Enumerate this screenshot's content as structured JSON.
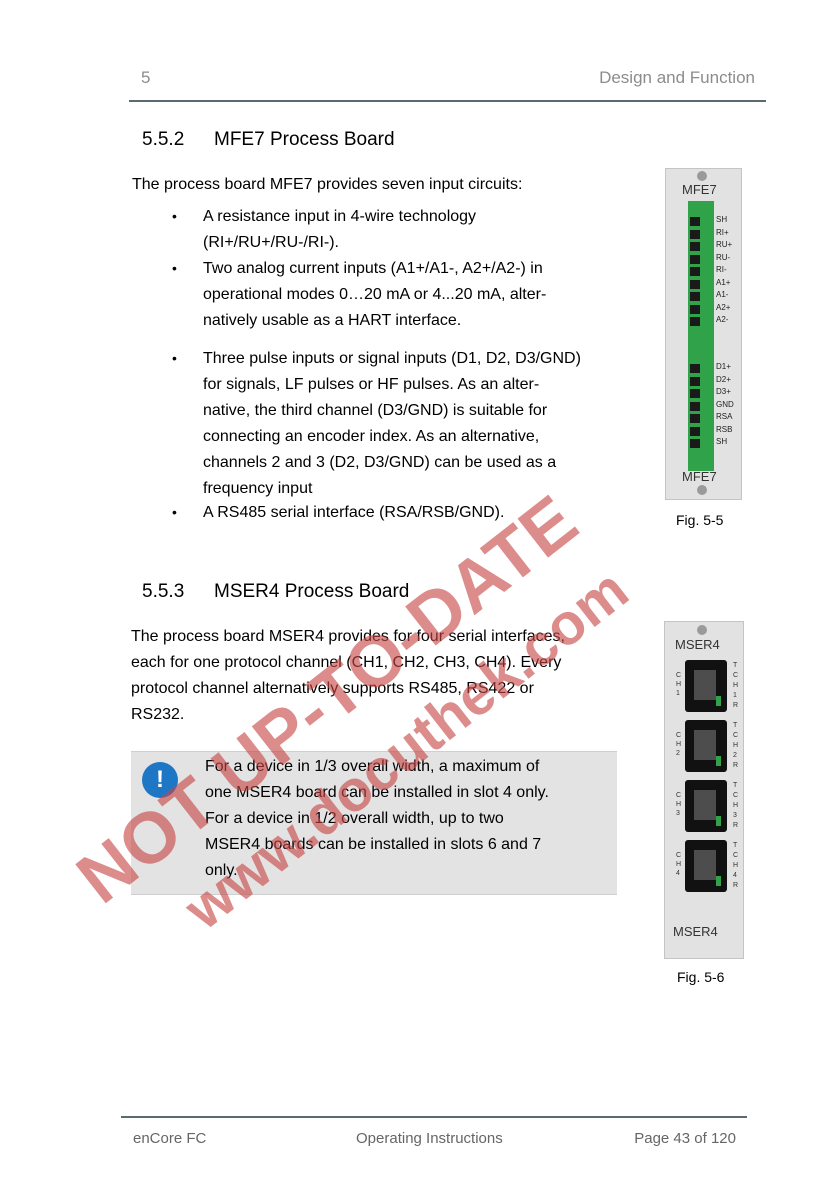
{
  "header": {
    "chapter": "5",
    "title": "Design and Function"
  },
  "section1": {
    "number": "5.5.2",
    "title": "MFE7 Process Board",
    "intro": "The process board MFE7 provides seven input circuits:",
    "bullets": [
      [
        "A resistance input in 4-wire technology",
        "(RI+/RU+/RU-/RI-)."
      ],
      [
        "Two analog current inputs (A1+/A1-, A2+/A2-) in",
        "operational modes 0…20 mA or 4...20 mA, alter-",
        "natively usable as a HART interface."
      ],
      [
        "Three pulse inputs or signal inputs (D1, D2, D3/GND)",
        "for signals, LF pulses or HF pulses. As an alter-",
        "native, the third channel (D3/GND) is suitable for",
        "connecting an encoder index. As an alternative,",
        "channels 2 and 3 (D2, D3/GND) can be used as a",
        "frequency input"
      ],
      [
        "A RS485 serial interface (RSA/RSB/GND)."
      ]
    ],
    "figure": {
      "top_label": "MFE7",
      "bottom_label": "MFE7",
      "pins": [
        "SH",
        "RI+",
        "RU+",
        "RU-",
        "RI-",
        "A1+",
        "A1-",
        "A2+",
        "A2-",
        "D1+",
        "D2+",
        "D3+",
        "GND",
        "RSA",
        "RSB",
        "SH"
      ],
      "caption": "Fig. 5-5"
    }
  },
  "section2": {
    "number": "5.5.3",
    "title": "MSER4 Process Board",
    "lines": [
      "The process board MSER4 provides for four serial interfaces,",
      "each for one protocol channel (CH1, CH2, CH3, CH4). Every",
      "protocol channel alternatively supports RS485, RS422 or",
      "RS232."
    ],
    "note": {
      "icon": "!",
      "lines": [
        "For a device in 1/3 overall width, a maximum of",
        "one MSER4 board can be installed in slot 4 only.",
        "For a device in 1/2 overall width, up to two",
        "MSER4 boards can be installed in slots 6 and 7",
        "only."
      ]
    },
    "figure": {
      "top_label": "MSER4",
      "bottom_label": "MSER4",
      "channels": [
        {
          "left": [
            "C",
            "H",
            "1"
          ],
          "right": [
            "T",
            "C",
            "H",
            "1",
            "R"
          ]
        },
        {
          "left": [
            "C",
            "H",
            "2"
          ],
          "right": [
            "T",
            "C",
            "H",
            "2",
            "R"
          ]
        },
        {
          "left": [
            "C",
            "H",
            "3"
          ],
          "right": [
            "T",
            "C",
            "H",
            "3",
            "R"
          ]
        },
        {
          "left": [
            "C",
            "H",
            "4"
          ],
          "right": [
            "T",
            "C",
            "H",
            "4",
            "R"
          ]
        }
      ],
      "caption": "Fig. 5-6"
    }
  },
  "watermark": {
    "line1": "NOT UP-TO-DATE",
    "line2": "www.docuthek.com",
    "color": "#c84646"
  },
  "footer": {
    "left": "enCore FC",
    "center": "Operating Instructions",
    "right": "Page 43 of 120"
  },
  "colors": {
    "rule": "#5a6a70",
    "header_text": "#8c8c8c",
    "note_bg": "#e3e3e3",
    "note_icon": "#1e77c4",
    "terminal_green": "#2fa24a"
  }
}
